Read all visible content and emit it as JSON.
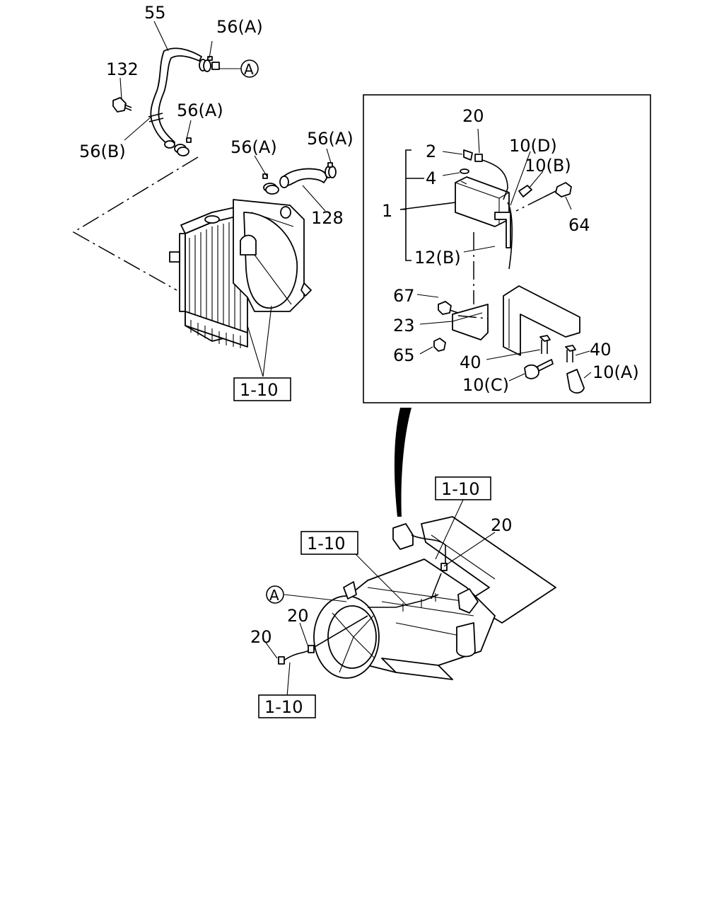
{
  "callouts": {
    "c55": "55",
    "c56a_top": "56(A)",
    "c132": "132",
    "c56a_mid": "56(A)",
    "c56b": "56(B)",
    "c56a_r1": "56(A)",
    "c56a_r2": "56(A)",
    "c128": "128",
    "c20_box": "20",
    "c2": "2",
    "c4": "4",
    "c1": "1",
    "c10d": "10(D)",
    "c10b": "10(B)",
    "c64": "64",
    "c12b": "12(B)",
    "c67": "67",
    "c23": "23",
    "c65": "65",
    "c40_a": "40",
    "c40_b": "40",
    "c10c": "10(C)",
    "c10a": "10(A)",
    "c20_low1": "20",
    "c20_low2": "20",
    "c20_low3": "20"
  },
  "refs": {
    "ref_radiator": "1-10",
    "ref_top": "1-10",
    "ref_mid": "1-10",
    "ref_bottom": "1-10"
  },
  "markers": {
    "a_top": "A",
    "a_bottom": "A"
  }
}
